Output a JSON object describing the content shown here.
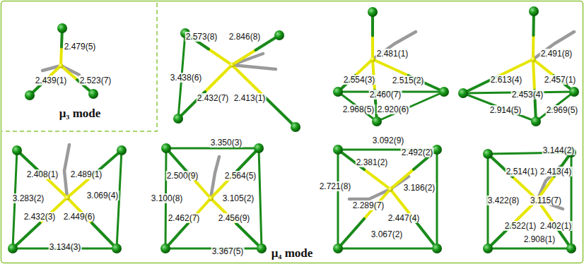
{
  "diagram": {
    "labels": [
      "2.479(5)",
      "2.439(1)",
      "2.523(7)",
      "μ₃ mode",
      "2.573(8)",
      "2.846(8)",
      "3.438(6)",
      "2.432(7)",
      "2.413(1)",
      "2.481(1)",
      "2.554(3)",
      "2.515(2)",
      "2.460(7)",
      "2.968(5)",
      "2.920(6)",
      "2.491(8)",
      "2.613(4)",
      "2.457(1)",
      "2.453(4)",
      "2.914(5)",
      "2.969(5)",
      "2.408(1)",
      "2.489(1)",
      "3.283(2)",
      "3.069(4)",
      "2.432(3)",
      "2.449(6)",
      "3.134(3)",
      "3.350(3)",
      "2.500(9)",
      "2.564(5)",
      "3.100(8)",
      "3.105(2)",
      "2.462(7)",
      "2.456(9)",
      "3.367(5)",
      "3.092(9)",
      "2.492(2)",
      "2.381(2)",
      "2.721(8)",
      "3.186(2)",
      "2.289(7)",
      "2.447(4)",
      "3.067(2)",
      "3.144(2)",
      "2.514(1)",
      "2.413(4)",
      "3.422(8)",
      "3.115(7)",
      "2.522(1)",
      "2.402(1)",
      "2.908(1)",
      "μ₄ mode"
    ]
  }
}
